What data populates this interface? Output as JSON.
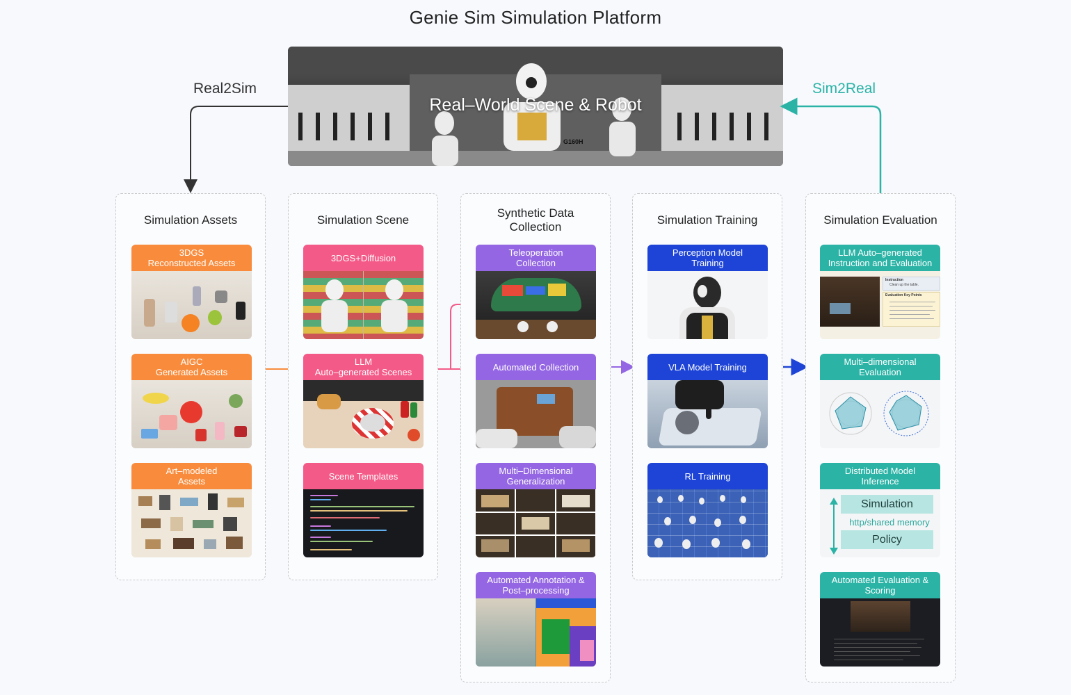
{
  "title": "Genie Sim Simulation Platform",
  "hero": {
    "label": "Real–World Scene & Robot",
    "robot_tag": "G160H"
  },
  "flows": {
    "left": "Real2Sim",
    "right": "Sim2Real"
  },
  "colors": {
    "orange": "#f98c3c",
    "pink": "#f45a88",
    "purple": "#9466e3",
    "blue": "#1d44d6",
    "teal": "#2bb3a6",
    "sim2real": "#2bb3a6"
  },
  "columns": [
    {
      "title": "Simulation Assets",
      "cards": [
        {
          "label": "3DGS\nReconstructed Assets",
          "image": "tabletop-objects"
        },
        {
          "label": "AIGC\nGenerated Assets",
          "image": "generated-objects"
        },
        {
          "label": "Art–modeled\nAssets",
          "image": "furniture-grid"
        }
      ]
    },
    {
      "title": "Simulation Scene",
      "cards": [
        {
          "label": "3DGS+Diffusion",
          "image": "robot-store"
        },
        {
          "label": "LLM\nAuto–generated Scenes",
          "image": "table-food"
        },
        {
          "label": "Scene Templates",
          "image": "code-editor"
        }
      ]
    },
    {
      "title": "Synthetic Data\nCollection",
      "cards": [
        {
          "label": "Teleoperation\nCollection",
          "image": "vr-view"
        },
        {
          "label": "Automated Collection",
          "image": "microwave-grasp"
        },
        {
          "label": "Multi–Dimensional\nGeneralization",
          "image": "variation-grid"
        },
        {
          "label": "Automated Annotation &\nPost–processing",
          "image": "segmentation"
        }
      ]
    },
    {
      "title": "Simulation Training",
      "cards": [
        {
          "label": "Perception Model\nTraining",
          "image": "robot-head"
        },
        {
          "label": "VLA Model Training",
          "image": "robot-hand-phone"
        },
        {
          "label": "RL Training",
          "image": "robot-fleet"
        }
      ]
    },
    {
      "title": "Simulation Evaluation",
      "cards": [
        {
          "label": "LLM Auto–generated\nInstruction and Evaluation",
          "image": "instruction-panel",
          "panel": {
            "instruction_title": "Instruction",
            "instruction_text": "Clean up the table.",
            "key_points_title": "Evaluation Key Points"
          }
        },
        {
          "label": "Multi–dimensional\nEvaluation",
          "image": "radar-charts"
        },
        {
          "label": "Distributed Model\nInference",
          "image": "inference-diagram",
          "inference": {
            "top": "Simulation",
            "middle": "http/shared memory",
            "bottom": "Policy"
          }
        },
        {
          "label": "Automated Evaluation &\nScoring",
          "image": "evaluation-screen"
        }
      ]
    }
  ]
}
